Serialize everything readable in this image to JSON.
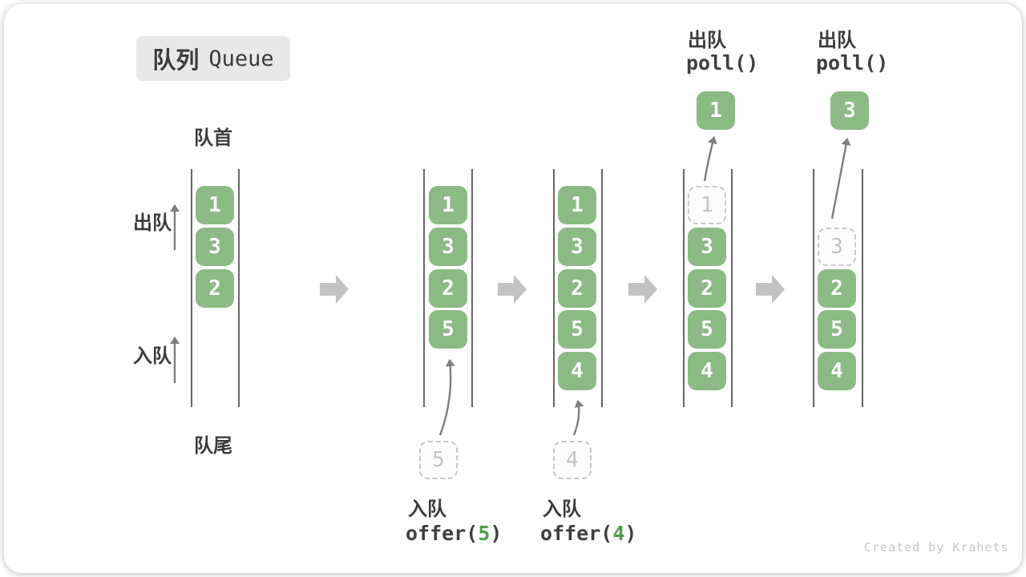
{
  "title": {
    "zh": "队列",
    "en": "Queue"
  },
  "side_labels": {
    "front": "队首",
    "rear": "队尾",
    "dequeue": "出队",
    "enqueue": "入队"
  },
  "operations": {
    "poll1": {
      "label": "出队",
      "code": "poll()",
      "value": "1"
    },
    "poll2": {
      "label": "出队",
      "code": "poll()",
      "value": "3"
    },
    "offer5": {
      "label": "入队",
      "code_pre": "offer(",
      "arg": "5",
      "code_post": ")",
      "value": "5"
    },
    "offer4": {
      "label": "入队",
      "code_pre": "offer(",
      "arg": "4",
      "code_post": ")",
      "value": "4"
    }
  },
  "columns": [
    {
      "boxes": [
        "1",
        "3",
        "2"
      ]
    },
    {
      "boxes": [
        "1",
        "3",
        "2",
        "5"
      ]
    },
    {
      "boxes": [
        "1",
        "3",
        "2",
        "5",
        "4"
      ]
    },
    {
      "dashed": "1",
      "boxes": [
        "3",
        "2",
        "5",
        "4"
      ]
    },
    {
      "dashed": "3",
      "boxes": [
        "2",
        "5",
        "4"
      ]
    }
  ],
  "polled_values": {
    "first": "1",
    "second": "3"
  },
  "watermark": "Created by Krahets",
  "colors": {
    "accent_green": "#8bba84",
    "code_arg_green": "#4f9e4c",
    "text_dark": "#3b3b3b",
    "thin_arrow_gray": "#7d7d7d",
    "block_arrow_gray": "#c3c3c3",
    "dashed_gray": "#c6c6c6",
    "chip_bg": "#e8e8e8",
    "watermark_gray": "#c8c8c8"
  }
}
